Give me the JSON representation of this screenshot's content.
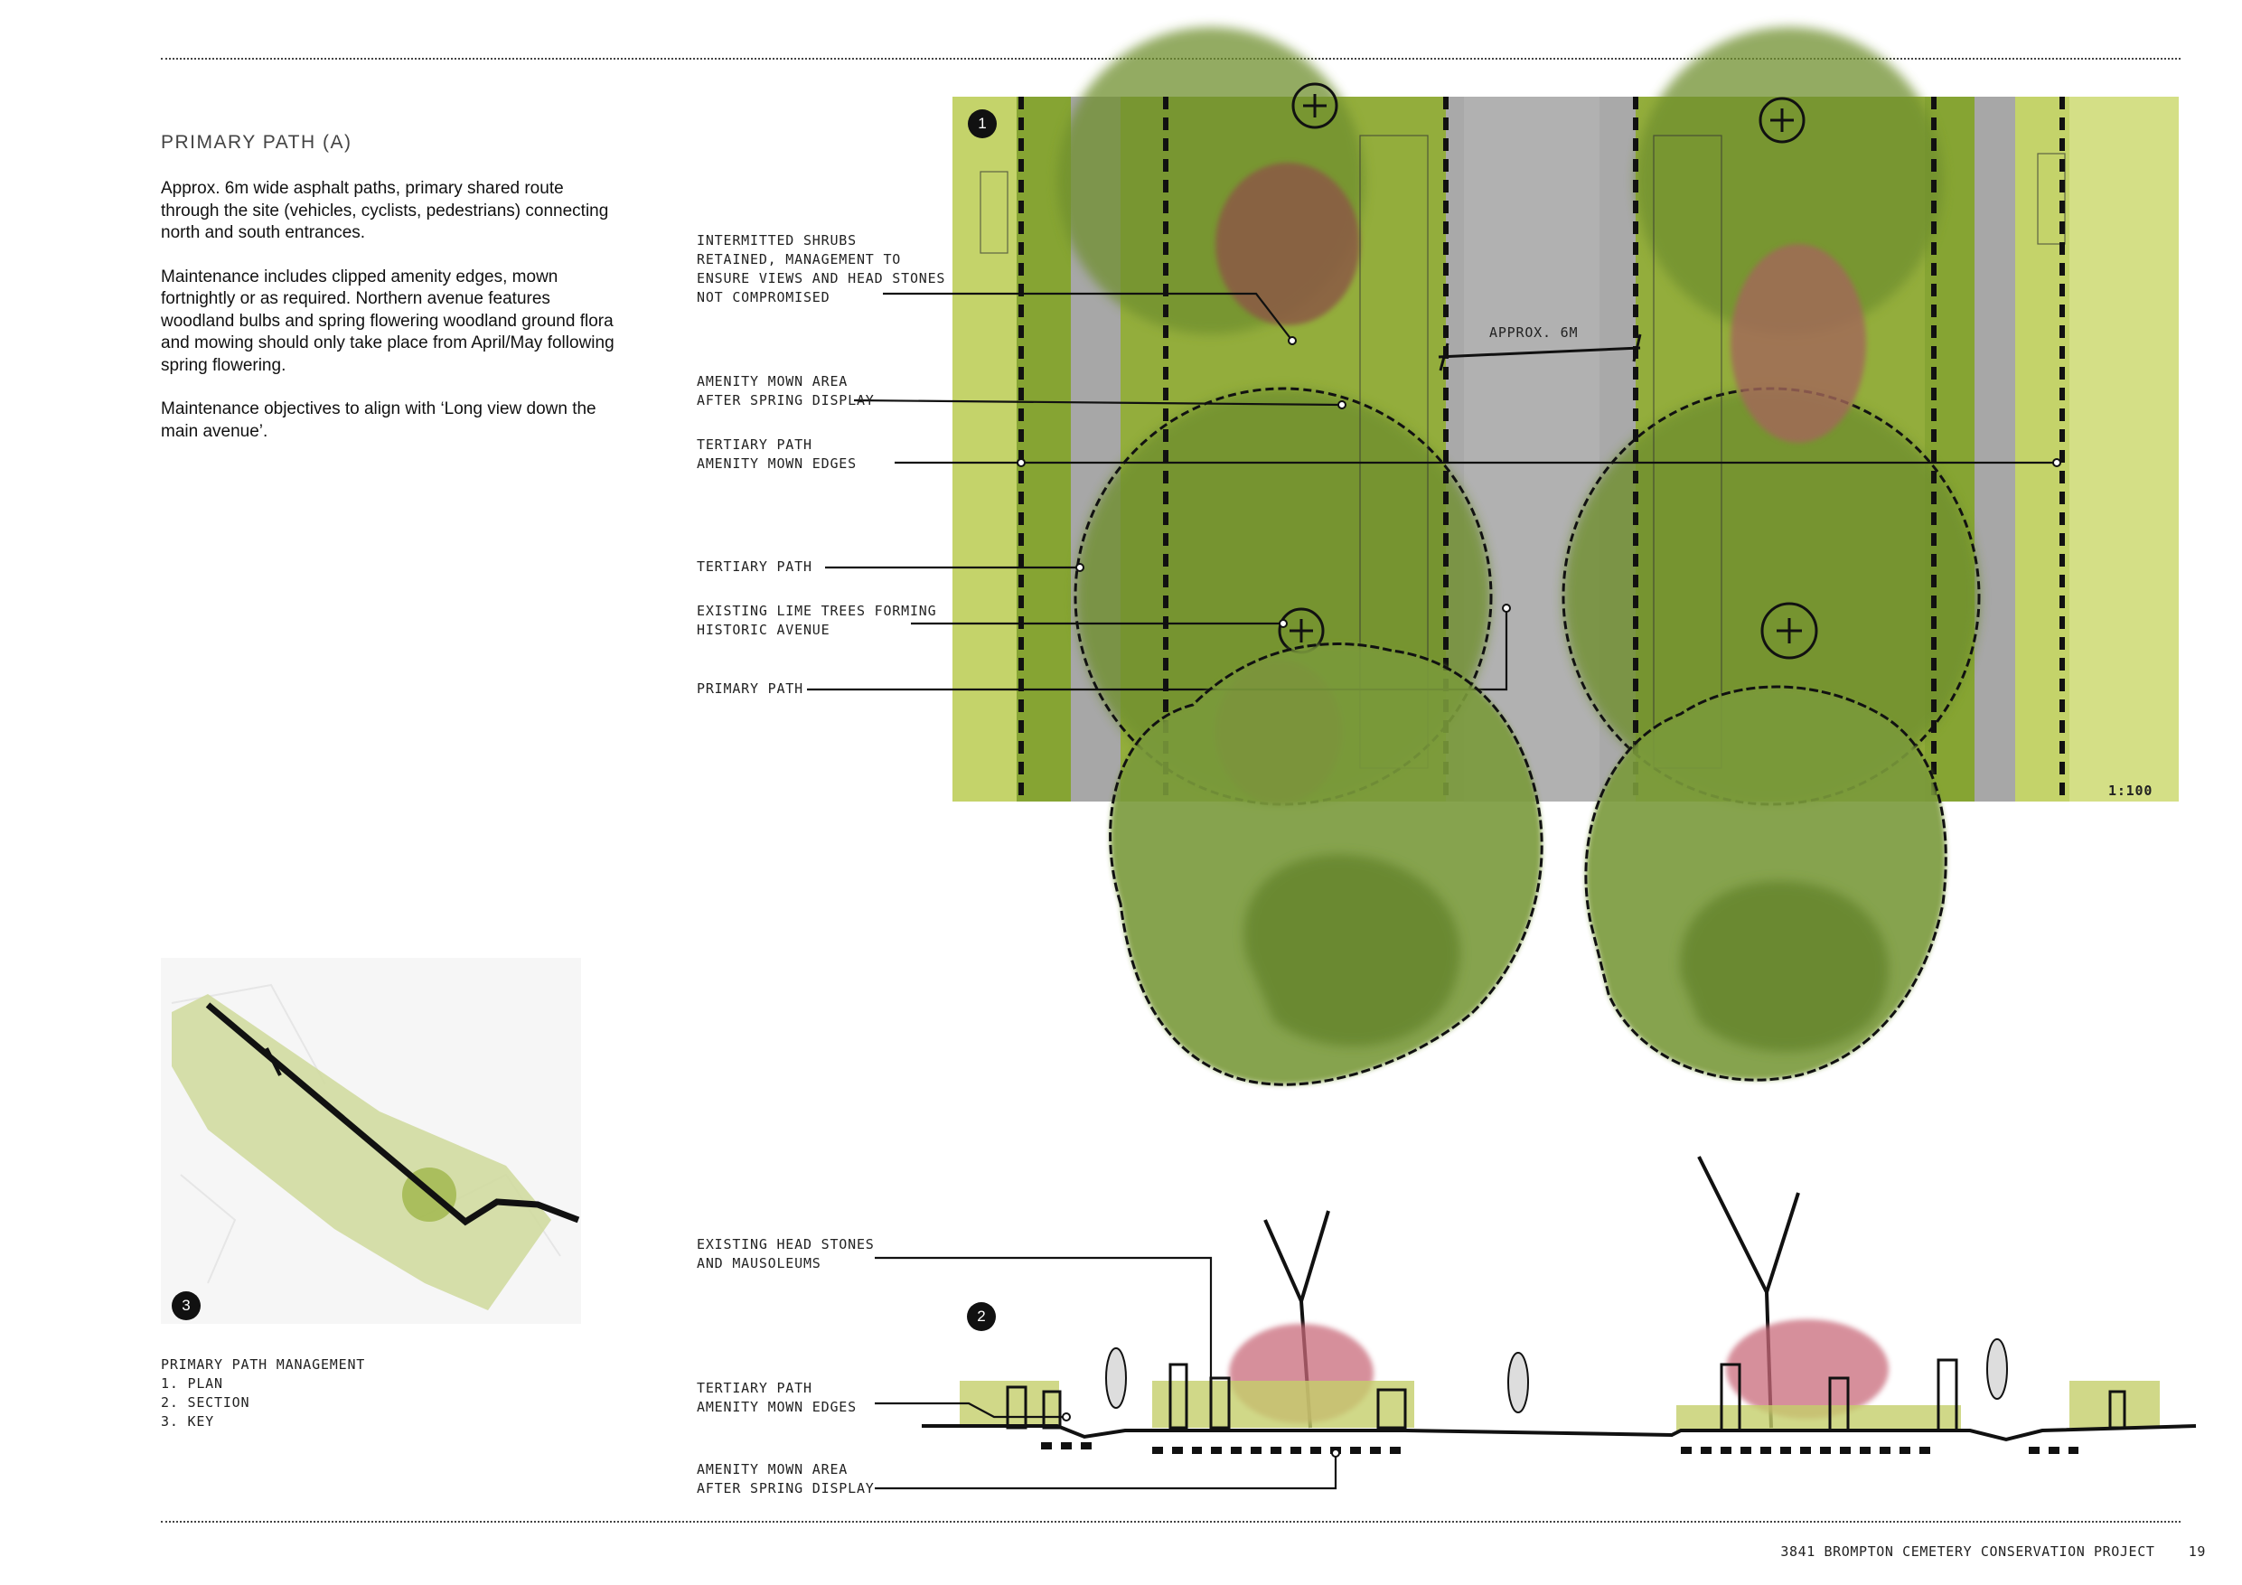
{
  "header": {
    "title": "PRIMARY PATH (A)"
  },
  "description": {
    "paragraphs": [
      "Approx. 6m wide asphalt paths, primary shared route through the site (vehicles, cyclists, pedestrians) connecting north and south entrances.",
      "Maintenance includes clipped amenity edges, mown fortnightly or as required.  Northern avenue features woodland bulbs and spring flowering woodland ground flora and mowing should only take place from April/May following spring flowering.",
      "Maintenance objectives to align with ‘Long view down the main avenue’."
    ]
  },
  "plan": {
    "badge": "1",
    "dimension_label": "APPROX. 6M",
    "scale": "1:100",
    "callouts": [
      "INTERMITTED SHRUBS\nRETAINED, MANAGEMENT TO\nENSURE VIEWS AND HEAD STONES\nNOT COMPROMISED",
      "AMENITY MOWN AREA\nAFTER SPRING DISPLAY",
      "TERTIARY PATH\nAMENITY MOWN EDGES",
      "TERTIARY PATH",
      "EXISTING LIME TREES FORMING\nHISTORIC AVENUE",
      "PRIMARY PATH"
    ]
  },
  "section": {
    "badge": "2",
    "callouts": [
      "EXISTING HEAD STONES\nAND MAUSOLEUMS",
      "TERTIARY PATH\nAMENITY MOWN EDGES",
      "AMENITY MOWN AREA\nAFTER SPRING DISPLAY"
    ]
  },
  "key_map": {
    "badge": "3",
    "caption_title": "PRIMARY PATH MANAGEMENT",
    "items": [
      "1. PLAN",
      "2. SECTION",
      "3. KEY"
    ]
  },
  "footer": {
    "project": "3841 BROMPTON CEMETERY CONSERVATION PROJECT",
    "page": "19"
  },
  "colors": {
    "grass": "#b7c94a",
    "foliage": "#6f8f2e",
    "path": "#9a9a9a",
    "shrub": "#8b5a45",
    "blossom": "#c96a7a"
  }
}
